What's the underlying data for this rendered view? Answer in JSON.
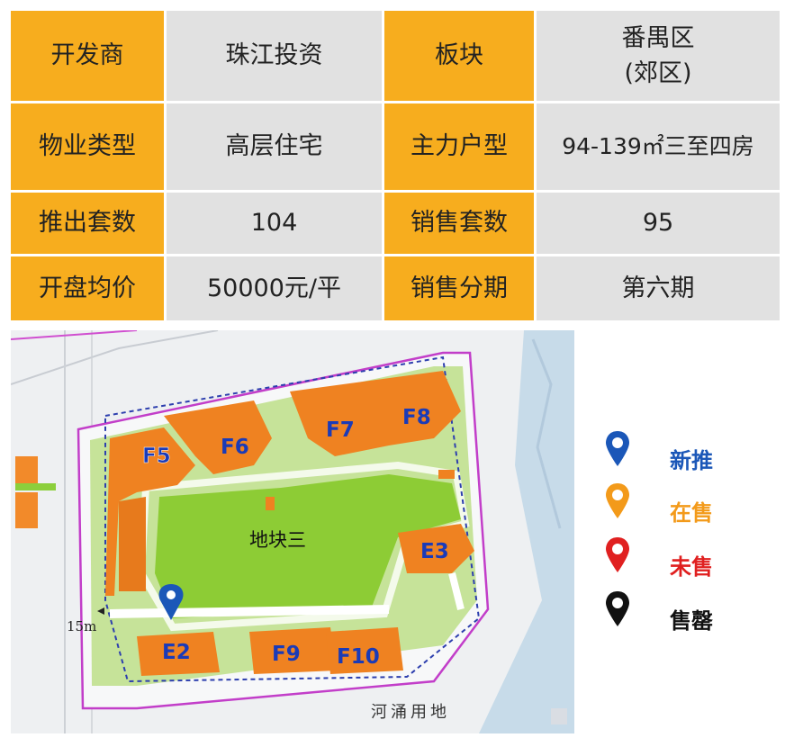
{
  "table": {
    "rows": [
      {
        "label1": "开发商",
        "value1": "珠江投资",
        "label2": "板块",
        "value2": "番禺区\n(郊区)"
      },
      {
        "label1": "物业类型",
        "value1": "高层住宅",
        "label2": "主力户型",
        "value2": "94-139㎡三至四房"
      },
      {
        "label1": "推出套数",
        "value1": "104",
        "label2": "销售套数",
        "value2": "95"
      },
      {
        "label1": "开盘均价",
        "value1": "50000元/平",
        "label2": "销售分期",
        "value2": "第六期"
      }
    ]
  },
  "map": {
    "plot_label": "地块三",
    "buildings": [
      "F5",
      "F6",
      "F7",
      "F8",
      "E3",
      "E2",
      "F9",
      "F10"
    ],
    "road_width": "15m",
    "river_label": "河涌用地"
  },
  "legend": {
    "items": [
      {
        "label": "新推",
        "color": "#1b57b8",
        "icon": "map-pin-blue"
      },
      {
        "label": "在售",
        "color": "#f39a1a",
        "icon": "map-pin-orange"
      },
      {
        "label": "未售",
        "color": "#e02020",
        "icon": "map-pin-red"
      },
      {
        "label": "售罄",
        "color": "#111111",
        "icon": "map-pin-black"
      }
    ]
  }
}
